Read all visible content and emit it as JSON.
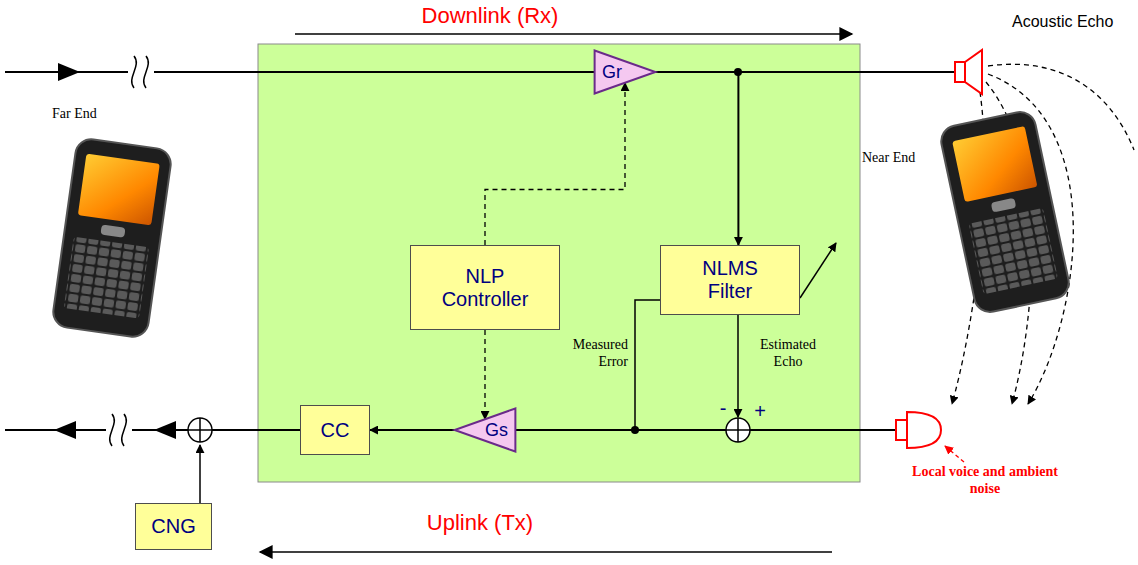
{
  "diagram": {
    "nodes": [
      {
        "text": [
          "Gr"
        ]
      },
      {
        "text": [
          "NLP Controller"
        ]
      },
      {
        "text": [
          "NLMS Filter"
        ]
      },
      {
        "text": [
          "Gs"
        ]
      },
      {
        "text": [
          "CC"
        ]
      },
      {
        "text": [
          "CNG"
        ]
      }
    ],
    "edges": [
      {
        "from": 1,
        "to": 0,
        "arrow": "to"
      },
      {
        "from": 1,
        "to": 3,
        "arrow": "to"
      },
      {
        "from": 0,
        "to": 2,
        "arrow": "to"
      },
      {
        "from": 3,
        "to": 4,
        "arrow": "to"
      }
    ],
    "labels": [
      "Downlink (Rx)",
      "Acoustic Echo",
      "Far End",
      "Near End",
      "Measured Error",
      "Estimated Echo",
      "-",
      "+",
      "Local voice and ambient noise",
      "Uplink (Tx)"
    ]
  }
}
